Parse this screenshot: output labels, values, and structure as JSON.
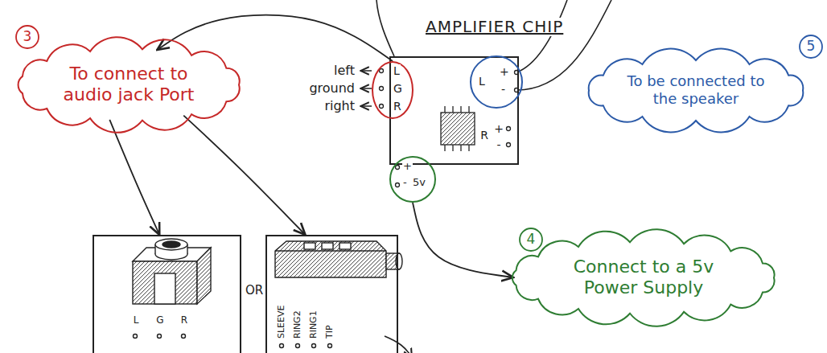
{
  "diagram": {
    "nodes": [
      {
        "text": [
          "AMPLIFIER CHIP"
        ]
      },
      {
        "text": [
          "L",
          "G",
          "R"
        ],
        "in": 0
      },
      {
        "text": [
          "L",
          "+",
          "-"
        ],
        "in": 0
      },
      {
        "text": [
          "+",
          "-",
          "5v"
        ],
        "in": 0
      },
      {
        "text": [
          "To connect to audio jack Port"
        ]
      },
      {
        "text": [
          "To be connected to the speaker"
        ]
      },
      {
        "text": [
          "Connect to a 5v Power Supply"
        ]
      },
      {
        "text": [
          "L",
          "G",
          "R"
        ]
      },
      {
        "text": [
          "SLEEVE",
          "RING2",
          "RING1",
          "TIP"
        ]
      }
    ],
    "edges": [
      {
        "from": 1,
        "to": 4,
        "arrow": "to"
      },
      {
        "from": 4,
        "to": 7,
        "arrow": "to"
      },
      {
        "from": 4,
        "to": 8,
        "arrow": "to"
      },
      {
        "from": 3,
        "to": 6,
        "arrow": "to"
      }
    ],
    "labels": [
      "3",
      "left",
      "ground",
      "right",
      "R",
      "+",
      "-",
      "5",
      "4",
      "OR"
    ]
  }
}
